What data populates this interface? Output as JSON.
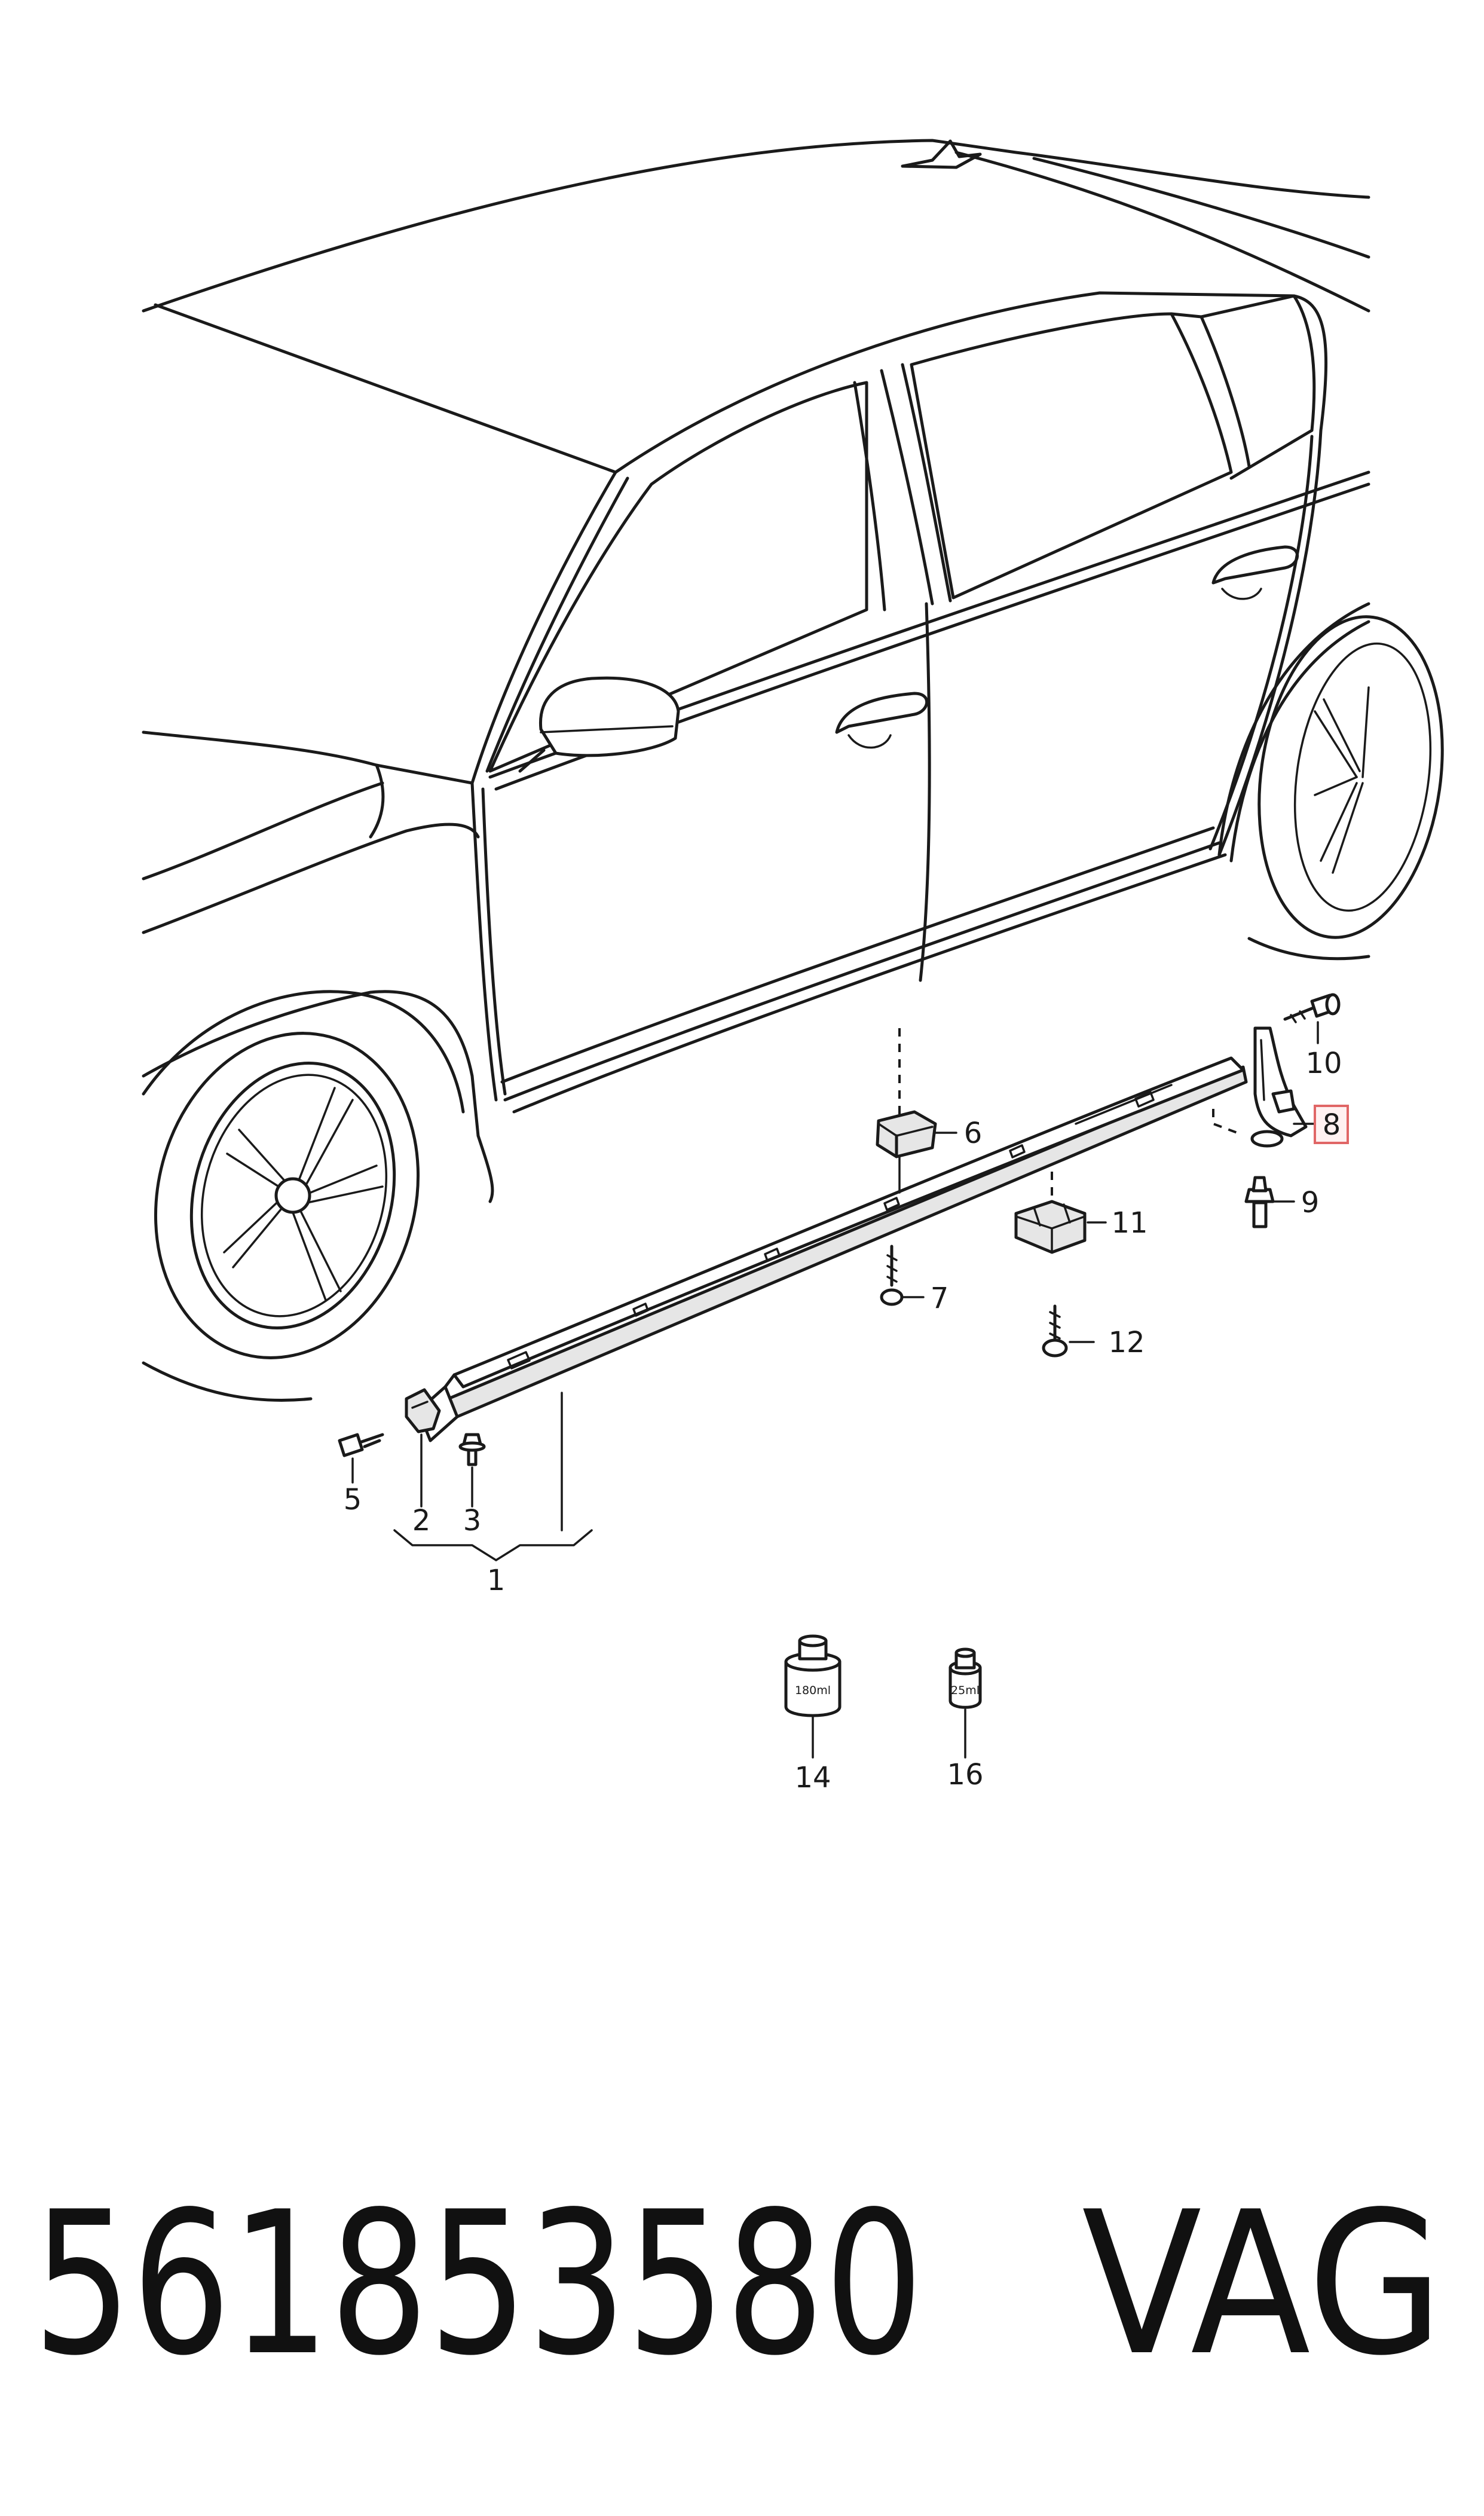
{
  "diagram": {
    "callouts": {
      "c1": "1",
      "c2": "2",
      "c3": "3",
      "c5": "5",
      "c6": "6",
      "c7": "7",
      "c8": "8",
      "c9": "9",
      "c10": "10",
      "c11": "11",
      "c12": "12",
      "c14": "14",
      "c16": "16"
    },
    "containers": {
      "can_large_label": "180ml",
      "can_small_label": "25ml"
    },
    "highlight_color": "#e06666"
  },
  "footer": {
    "part_number": "561853580",
    "brand": "VAG"
  }
}
